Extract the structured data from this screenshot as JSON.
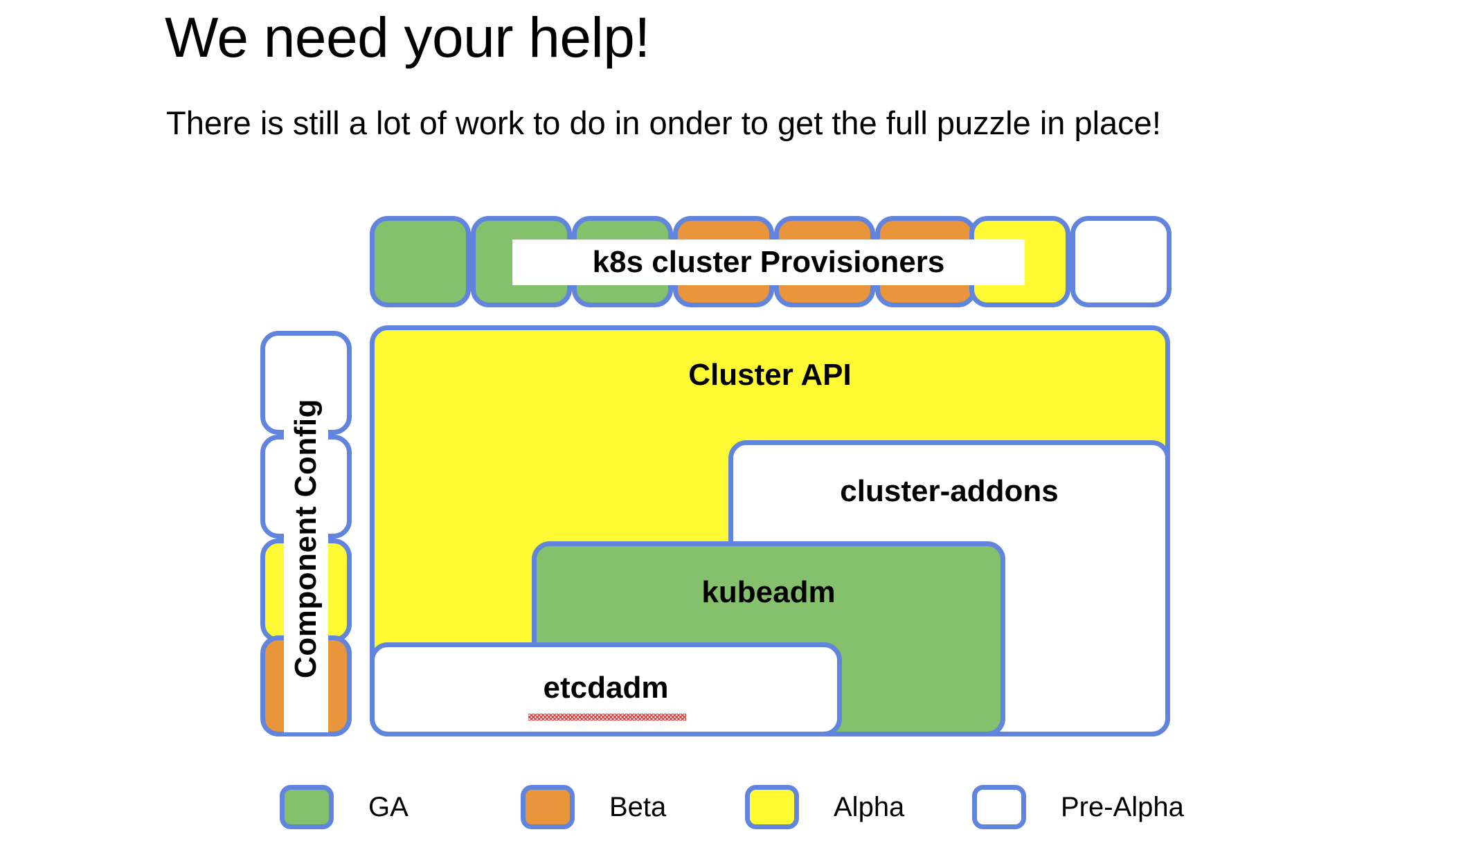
{
  "slide": {
    "title": "We need your help!",
    "subtitle": "There is still a lot of work to do in onder to get the full puzzle in place!"
  },
  "diagram": {
    "provisioners_band_label": "k8s cluster Provisioners",
    "component_config_label": "Component Config",
    "provisioner_boxes": [
      {
        "index": 1,
        "status": "GA",
        "color": "#85C06D"
      },
      {
        "index": 2,
        "status": "GA",
        "color": "#85C06D"
      },
      {
        "index": 3,
        "status": "GA",
        "color": "#85C06D"
      },
      {
        "index": 4,
        "status": "Beta",
        "color": "#E9953C"
      },
      {
        "index": 5,
        "status": "Beta",
        "color": "#E9953C"
      },
      {
        "index": 6,
        "status": "Beta",
        "color": "#E9953C"
      },
      {
        "index": 7,
        "status": "Alpha",
        "color": "#FFFA33"
      },
      {
        "index": 8,
        "status": "Pre-Alpha",
        "color": "#FFFFFF"
      }
    ],
    "component_config_boxes": [
      {
        "index": 1,
        "status": "Pre-Alpha",
        "color": "#FFFFFF"
      },
      {
        "index": 2,
        "status": "Pre-Alpha",
        "color": "#FFFFFF"
      },
      {
        "index": 3,
        "status": "Alpha",
        "color": "#FFFA33"
      },
      {
        "index": 4,
        "status": "Beta",
        "color": "#E9953C"
      }
    ],
    "nodes": [
      {
        "key": "cluster_api",
        "label": "Cluster API",
        "status": "Alpha",
        "color": "#FFFA33",
        "misspelled": false
      },
      {
        "key": "cluster_addons",
        "label": "cluster-addons",
        "status": "Pre-Alpha",
        "color": "#FFFFFF",
        "misspelled": false
      },
      {
        "key": "kubeadm",
        "label": "kubeadm",
        "status": "GA",
        "color": "#85C06D",
        "misspelled": false
      },
      {
        "key": "etcdadm",
        "label": "etcdadm",
        "status": "Pre-Alpha",
        "color": "#FFFFFF",
        "misspelled": true
      }
    ]
  },
  "legend": {
    "items": [
      {
        "label": "GA",
        "color": "#85C06D"
      },
      {
        "label": "Beta",
        "color": "#E9953C"
      },
      {
        "label": "Alpha",
        "color": "#FFFA33"
      },
      {
        "label": "Pre-Alpha",
        "color": "#FFFFFF"
      }
    ]
  },
  "colors": {
    "border_blue": "#6184DC",
    "ga_green": "#85C06D",
    "beta_orange": "#E9953C",
    "alpha_yellow": "#FFFA33",
    "prealpha_white": "#FFFFFF",
    "spellcheck_red": "#E03A3A"
  }
}
